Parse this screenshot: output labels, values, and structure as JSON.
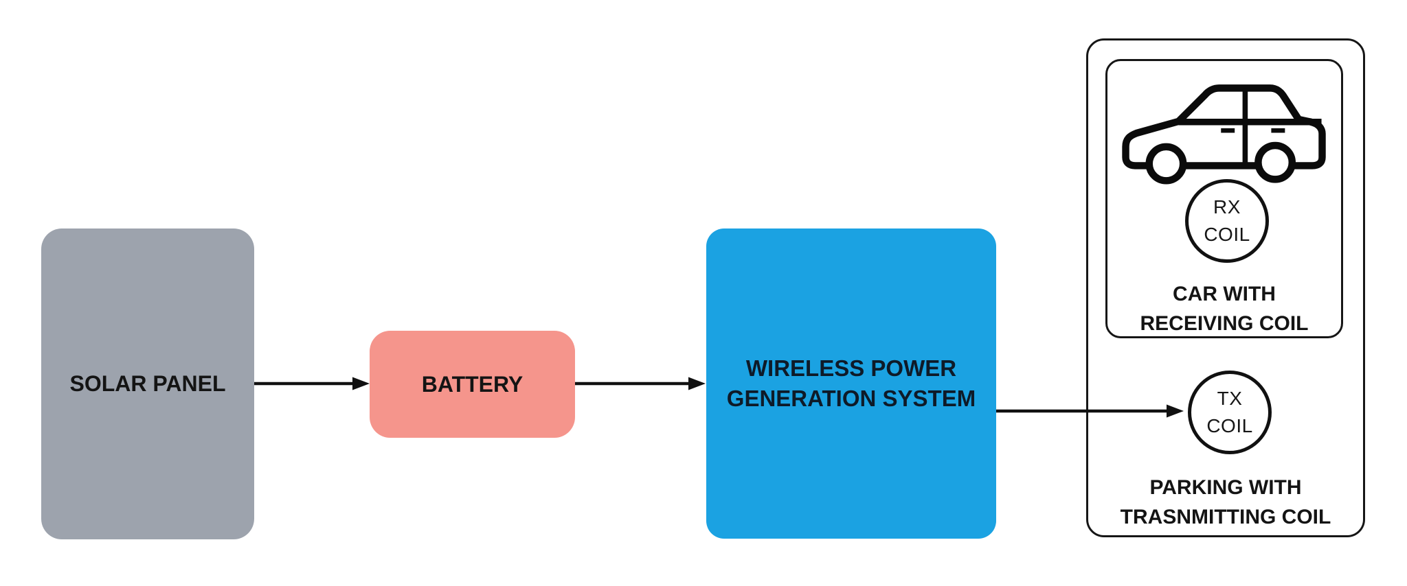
{
  "diagram": {
    "title": "solar wireless power transfer flow",
    "background_color": "#FFFFFF",
    "solar_panel": {
      "label": "SOLAR PANEL",
      "fill": "#9DA3AD",
      "text_color": "#141414"
    },
    "battery": {
      "label": "BATTERY",
      "fill": "#F5958C",
      "text_color": "#141414"
    },
    "generator": {
      "line1": "WIRELESS POWER",
      "line2": "GENERATION SYSTEM",
      "fill": "#1BA2E2",
      "text_color": "#0E1A28"
    },
    "parking": {
      "line1": "PARKING WITH",
      "line2": "TRASNMITTING COIL",
      "border_color": "#161616"
    },
    "car_box": {
      "line1": "CAR WITH",
      "line2": "RECEIVING COIL",
      "border_color": "#161616"
    },
    "rx_coil": {
      "line1": "RX",
      "line2": "COIL"
    },
    "tx_coil": {
      "line1": "TX",
      "line2": "COIL"
    },
    "icons": {
      "car_icon": "car-side-view"
    },
    "connectors": {
      "color": "#111111",
      "arrow_1": "solar-panel to battery",
      "arrow_2": "battery to wireless power generation system",
      "arrow_3": "wireless power generation system to tx-coil"
    }
  }
}
